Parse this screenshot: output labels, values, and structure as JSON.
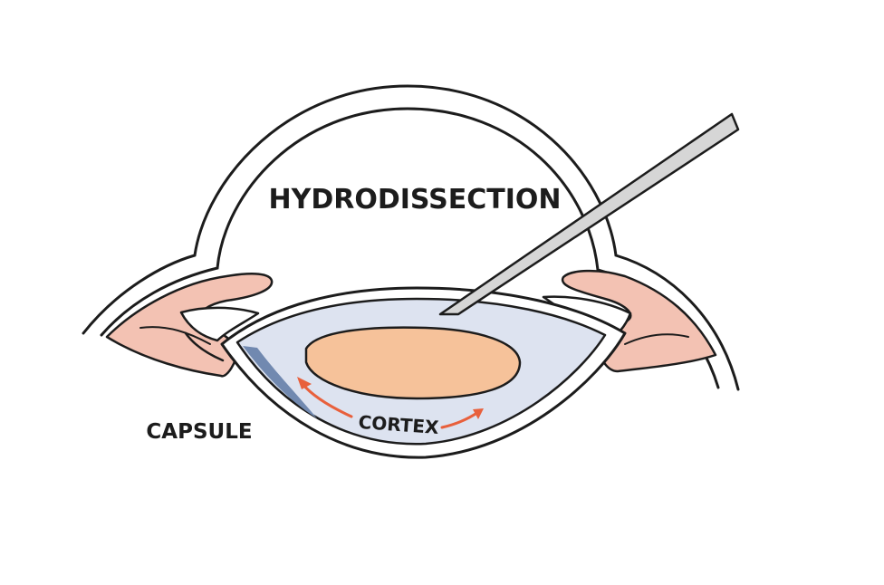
{
  "diagram": {
    "title": "HYDRODISSECTION",
    "labels": {
      "capsule": "CAPSULE",
      "cortex": "CORTEX"
    }
  },
  "colors": {
    "outline": "#1c1c1c",
    "iris": "#f3c2b3",
    "capsule_fill": "#dde3f0",
    "capsule_shadow": "#7189b0",
    "nucleus": "#f6c29a",
    "arrow": "#e8603c",
    "cannula": "#d6d6d6"
  }
}
